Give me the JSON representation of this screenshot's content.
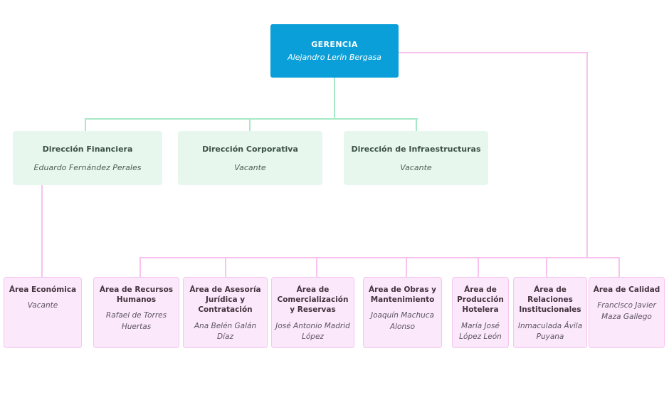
{
  "org": {
    "root": {
      "title": "GERENCIA",
      "name": "Alejandro Lerín Bergasa"
    },
    "directions": [
      {
        "title": "Dirección Financiera",
        "name": "Eduardo Fernández Perales"
      },
      {
        "title": "Dirección Corporativa",
        "name": "Vacante"
      },
      {
        "title": "Dirección de Infraestructuras",
        "name": "Vacante"
      }
    ],
    "areas": [
      {
        "title": "Área Económica",
        "name": "Vacante"
      },
      {
        "title": "Área de Recursos Humanos",
        "name": "Rafael de Torres Huertas"
      },
      {
        "title": "Área de Asesoría Jurídica y Contratación",
        "name": "Ana Belén Galán Díaz"
      },
      {
        "title": "Área de Comercialización y Reservas",
        "name": "José Antonio Madrid López"
      },
      {
        "title": "Área de Obras y Mantenimiento",
        "name": "Joaquín Machuca Alonso"
      },
      {
        "title": "Área de Producción Hotelera",
        "name": "María José López León"
      },
      {
        "title": "Área de Relaciones Institucionales",
        "name": "Inmaculada Ávila Puyana"
      },
      {
        "title": "Área de Calidad",
        "name": "Francisco Javier Maza Gallego"
      }
    ]
  },
  "colors": {
    "root_fill": "#0a9fd8",
    "root_text": "#ffffff",
    "direction_fill": "#e7f7ee",
    "direction_connector": "#a6e9c6",
    "area_fill": "#fbe8fa",
    "area_border": "#f5c6f0",
    "area_connector": "#f8c3ee"
  }
}
